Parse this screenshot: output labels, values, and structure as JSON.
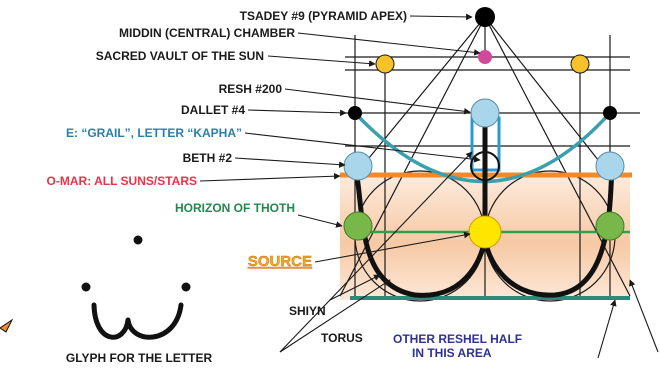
{
  "labels": {
    "tsadey": "TSADEY #9 (PYRAMID APEX)",
    "middin": "MIDDIN (CENTRAL) CHAMBER",
    "vault": "SACRED VAULT OF THE SUN",
    "resh": "RESH #200",
    "dallet": "DALLET #4",
    "grail": "E: “GRAIL”, LETTER “KAPHA”",
    "beth": "BETH #2",
    "omar": "O-MAR: ALL SUNS/STARS",
    "horizon": "HORIZON OF THOTH",
    "source": "SOURCE",
    "shiyn": "SHIYN",
    "torus": "TORUS",
    "other_line1": "OTHER RESHEL HALF",
    "other_line2": "IN THIS AREA",
    "glyph": "GLYPH FOR THE LETTER"
  },
  "colors": {
    "label_black": "#1a1a1a",
    "grail_blue": "#2b7fa6",
    "omar_red": "#e8334a",
    "horizon_green": "#1f8a4c",
    "source_orange": "#f5a623",
    "other_navy": "#2e3192",
    "orange_band": "#f08a2c",
    "green_line": "#2ca24a",
    "teal_line": "#2a8c7a",
    "arc_teal": "#3aa0ae",
    "light_blue_node": "#a9d6ea",
    "green_node": "#78b84a",
    "yellow_node": "#ffe600",
    "gold_node": "#f7c12a",
    "magenta_node": "#d04a9c"
  }
}
